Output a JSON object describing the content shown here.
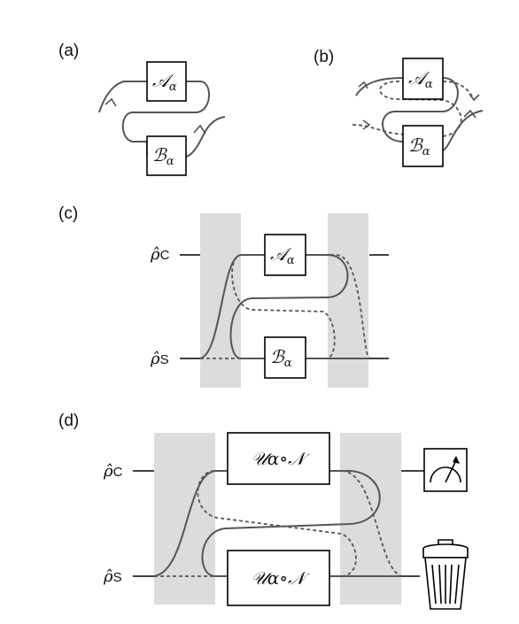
{
  "panels": {
    "a": {
      "label": "(a)",
      "top_box": {
        "main": "𝒜",
        "sub": "α"
      },
      "bottom_box": {
        "main": "ℬ",
        "sub": "α"
      }
    },
    "b": {
      "label": "(b)",
      "top_box": {
        "main": "𝒜",
        "sub": "α"
      },
      "bottom_box": {
        "main": "ℬ",
        "sub": "α"
      }
    },
    "c": {
      "label": "(c)",
      "top_box": {
        "main": "𝒜",
        "sub": "α"
      },
      "bottom_box": {
        "main": "ℬ",
        "sub": "α"
      },
      "control_label": {
        "main": "ρ̂",
        "sub": "C"
      },
      "system_label": {
        "main": "ρ̂",
        "sub": "S"
      }
    },
    "d": {
      "label": "(d)",
      "top_box": {
        "text": "𝒰α∘𝒩"
      },
      "bottom_box": {
        "text": "𝒰α∘𝒩"
      },
      "control_label": {
        "main": "ρ̂",
        "sub": "C"
      },
      "system_label": {
        "main": "ρ̂",
        "sub": "S"
      },
      "measure_icon": "meter-icon",
      "discard_icon": "trash-can-icon"
    }
  },
  "colors": {
    "shade": "#dcdcdc",
    "path": "#555555",
    "wire": "#000000"
  }
}
